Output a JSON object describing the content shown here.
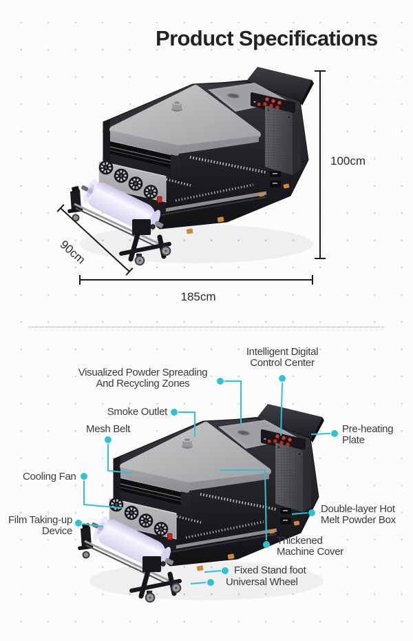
{
  "title": "Product Specifications",
  "colors": {
    "accent": "#2cc3d5",
    "label_text": "#3a3a3a",
    "dim_text": "#2b2b2b"
  },
  "dimensions": {
    "height": "100cm",
    "depth": "90cm",
    "length": "185cm"
  },
  "callouts": {
    "intelligent": {
      "line1": "Intelligent Digital",
      "line2": "Control Center"
    },
    "visualized": {
      "line1": "Visualized Powder Spreading",
      "line2": "And Recycling Zones"
    },
    "smoke": {
      "line1": "Smoke Outlet"
    },
    "mesh": {
      "line1": "Mesh Belt"
    },
    "cooling": {
      "line1": "Cooling Fan"
    },
    "film": {
      "line1": "Film Taking-up",
      "line2": "Device"
    },
    "preheating": {
      "line1": "Pre-heating",
      "line2": "Plate"
    },
    "powderbox": {
      "line1": "Double-layer Hot",
      "line2": "Melt Powder Box"
    },
    "thickened": {
      "line1": "Thickened",
      "line2": "Machine Cover"
    },
    "fixedfoot": {
      "line1": "Fixed Stand foot"
    },
    "wheel": {
      "line1": "Universal Wheel"
    }
  }
}
